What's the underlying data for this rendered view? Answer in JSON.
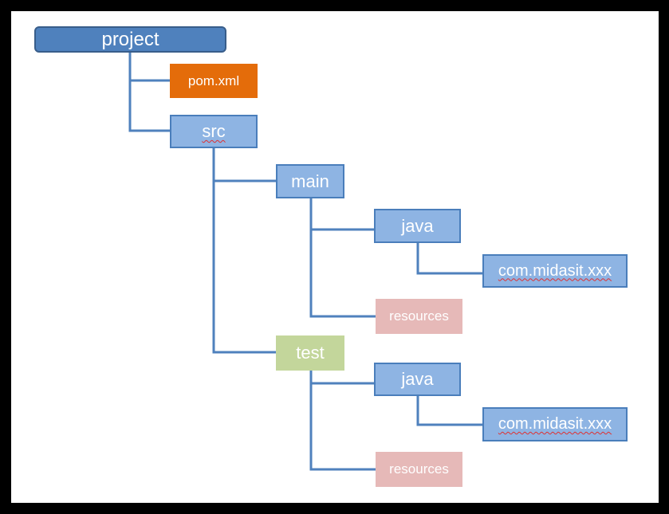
{
  "diagram": {
    "nodes": {
      "project": "project",
      "pom": "pom.xml",
      "src": "src",
      "main": "main",
      "main_java": "java",
      "main_pkg": "com.midasit.xxx",
      "main_resources": "resources",
      "test": "test",
      "test_java": "java",
      "test_pkg": "com.midasit.xxx",
      "test_resources": "resources"
    },
    "colors": {
      "root_fill": "#4f81bd",
      "folder_fill": "#8eb4e3",
      "folder_border": "#4a7ebb",
      "file_fill": "#e46c0a",
      "resources_fill": "#e6b9b8",
      "test_fill": "#c3d69b",
      "connector": "#4f81bd"
    }
  }
}
